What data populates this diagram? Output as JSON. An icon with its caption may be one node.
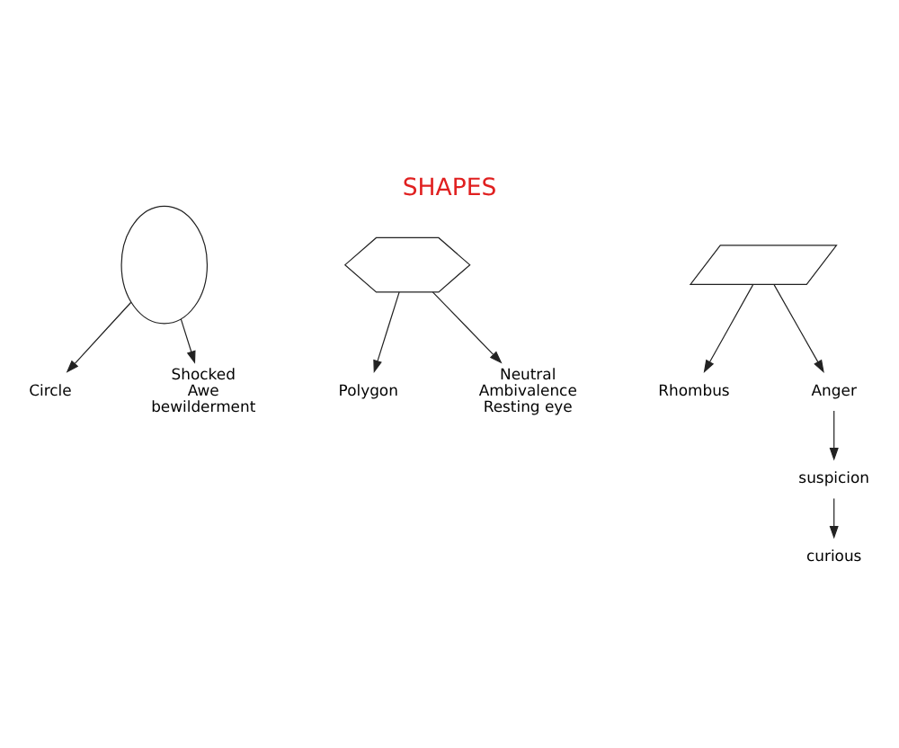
{
  "diagram": {
    "title": "SHAPES",
    "nodes": [
      {
        "text": [
          "Circle"
        ]
      },
      {
        "text": [
          "Polygon"
        ]
      },
      {
        "text": [
          "Rhombus"
        ]
      },
      {
        "text": [],
        "shape": "circle"
      },
      {
        "text": [],
        "shape": "hexagon"
      },
      {
        "text": [],
        "shape": "parallelogram"
      },
      {
        "text": [
          "Shocked",
          "Awe",
          "bewilderment"
        ]
      },
      {
        "text": [
          "Neutral",
          "Ambivalence",
          "Resting eye"
        ]
      },
      {
        "text": [
          "Anger"
        ]
      },
      {
        "text": [
          "suspicion"
        ]
      },
      {
        "text": [
          "curious"
        ]
      }
    ],
    "edges": [
      {
        "from": 3,
        "to": 0,
        "arrow": "to"
      },
      {
        "from": 4,
        "to": 1,
        "arrow": "to"
      },
      {
        "from": 5,
        "to": 2,
        "arrow": "to"
      },
      {
        "from": 3,
        "to": 6,
        "arrow": "to"
      },
      {
        "from": 4,
        "to": 7,
        "arrow": "to"
      },
      {
        "from": 5,
        "to": 8,
        "arrow": "to"
      },
      {
        "from": 8,
        "to": 9,
        "arrow": "to"
      },
      {
        "from": 9,
        "to": 10,
        "arrow": "to"
      }
    ]
  }
}
